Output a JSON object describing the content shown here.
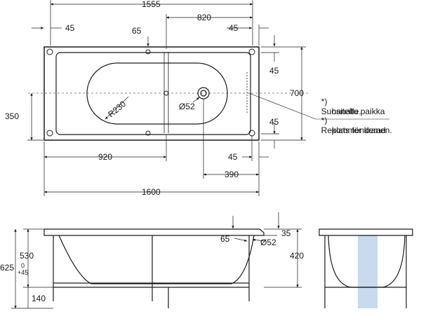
{
  "top_view": {
    "dims": {
      "overall_top": "1555",
      "left_margin": "45",
      "overflow_pos": "65",
      "center_to_right": "820",
      "right_margin": "45",
      "side_top": "45",
      "height_total": "700",
      "left_height": "350",
      "side_bottom": "45",
      "radius": "R230",
      "drain_diameter": "Ø52",
      "left_to_center": "920",
      "right_inner": "45",
      "drain_to_edge": "390",
      "overall_bottom": "1600"
    },
    "notes": [
      {
        "mark": "*)",
        "text": "Suositeltu paikka",
        "text2": "hanalle."
      },
      {
        "mark": "*)",
        "text": "Rekommenderad",
        "text2": "plats för kranen."
      }
    ]
  },
  "side_view": {
    "dims": {
      "rim_35": "35",
      "overflow_65": "65",
      "drain_52": "Ø52",
      "right_420": "420",
      "h_530": "530",
      "h_625": "625",
      "tol_plus": "+45",
      "tol_zero": "0",
      "h_140": "140"
    }
  },
  "colors": {
    "line": "#1a1a1a",
    "panel_blue": "#c9d9ee"
  }
}
